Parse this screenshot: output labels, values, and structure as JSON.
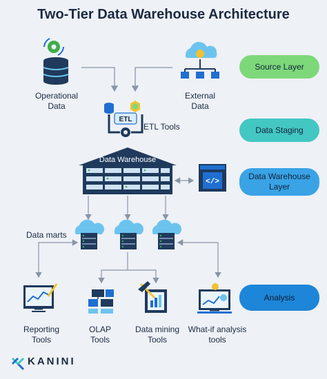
{
  "title": "Two-Tier Data Warehouse Architecture",
  "labels": {
    "operational_data": "Operational\nData",
    "external_data": "External\nData",
    "etl_tools": "ETL Tools",
    "etl_box": "ETL",
    "data_warehouse": "Data Warehouse",
    "data_marts": "Data marts",
    "reporting_tools": "Reporting\nTools",
    "olap_tools": "OLAP\nTools",
    "data_mining_tools": "Data mining\nTools",
    "whatif_tools": "What-if analysis\ntools"
  },
  "layers": {
    "source": "Source Layer",
    "staging": "Data Staging",
    "warehouse": "Data Warehouse\nLayer",
    "analysis": "Analysis"
  },
  "brand": "KANINI",
  "colors": {
    "navy": "#1b2a41",
    "server": "#1f3a5c",
    "blue": "#1f6fd1",
    "cloud": "#6cc4ee",
    "green": "#7dd87a",
    "teal": "#43c7c3",
    "pill_blue": "#39a3e6",
    "pill_analysis": "#1d86d8",
    "yellow": "#f2c230"
  }
}
